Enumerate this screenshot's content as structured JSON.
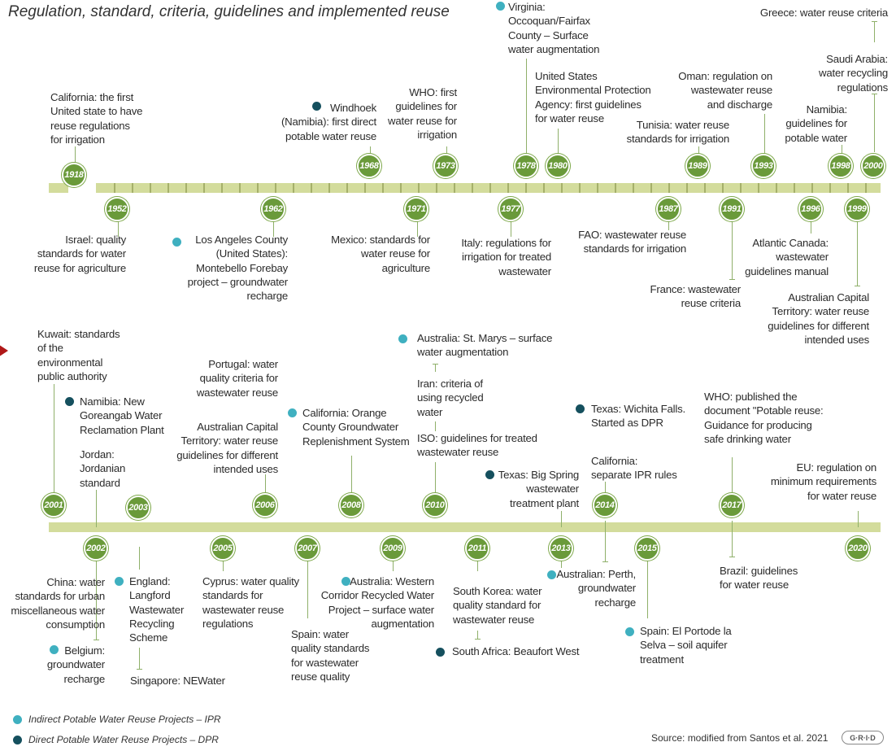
{
  "title": "Regulation, standard, criteria, guidelines and implemented reuse",
  "years_row1": [
    "1918",
    "1952",
    "1962",
    "1968",
    "1971",
    "1973",
    "1977",
    "1978",
    "1980",
    "1987",
    "1989",
    "1991",
    "1993",
    "1996",
    "1998",
    "1999",
    "2000"
  ],
  "years_row2": [
    "2001",
    "2002",
    "2003",
    "2005",
    "2006",
    "2007",
    "2008",
    "2009",
    "2010",
    "2011",
    "2013",
    "2014",
    "2015",
    "2017",
    "2020"
  ],
  "events_row1": {
    "y1918": "California: the first\nUnited state to have\nreuse regulations\nfor irrigation",
    "y1952": "Israel: quality\nstandards for water\nreuse for agriculture",
    "y1962": "Los Angeles County\n(United States):\nMontebello Forebay\nproject – groundwater\nrecharge",
    "y1968": "Windhoek\n(Namibia): first direct\npotable water reuse",
    "y1971": "Mexico: standards for\nwater reuse for\nagriculture",
    "y1973": "WHO: first\nguidelines for\nwater reuse for\nirrigation",
    "y1977": "Italy: regulations for\nirrigation for treated\nwastewater",
    "y1978": "Virginia:\nOccoquan/Fairfax\nCounty – Surface\nwater augmentation",
    "y1980": "United States\nEnvironmental Protection\nAgency: first guidelines\nfor water reuse",
    "y1987": "FAO: wastewater reuse\nstandards for irrigation",
    "y1989": "Tunisia: water reuse\nstandards for irrigation",
    "y1991": "France: wastewater\nreuse criteria",
    "y1993": "Oman: regulation on\nwastewater reuse\nand discharge",
    "y1996": "Atlantic Canada:\nwastewater\nguidelines manual",
    "y1998": "Namibia:\nguidelines for\npotable water",
    "y1999": "Australian Capital\nTerritory: water reuse\nguidelines for different\nintended uses",
    "y2000a": "Greece: water reuse criteria",
    "y2000b": "Saudi Arabia:\nwater recycling\nregulations"
  },
  "events_row2": {
    "y2001": "Kuwait: standards\nof the\nenvironmental\npublic authority",
    "y2001b": "Namibia: New\nGoreangab Water\nReclamation Plant",
    "y2001c": "Jordan:\nJordanian\nstandard",
    "y2002a": "China: water\nstandards for urban\nmiscellaneous water\nconsumption",
    "y2002b": "Belgium:\ngroundwater\nrecharge",
    "y2003a": "England:\nLangford\nWastewater\nRecycling\nScheme",
    "y2003b": "Singapore: NEWater",
    "y2005": "Cyprus: water quality\nstandards for\nwastewater reuse\nregulations",
    "y2006a": "Portugal: water\nquality criteria for\nwastewater reuse",
    "y2006b": "Australian Capital\nTerritory: water reuse\nguidelines for different\nintended uses",
    "y2007": "Spain: water\nquality standards\nfor wastewater\nreuse quality",
    "y2008": "California: Orange\nCounty Groundwater\nReplenishment System",
    "y2009": "Australia: Western\nCorridor Recycled Water\nProject – surface water\naugmentation",
    "y2010a": "Australia: St. Marys –  surface\nwater augmentation",
    "y2010b": "Iran: criteria of\nusing recycled\nwater",
    "y2010c": "ISO: guidelines for treated\nwastewater reuse",
    "y2011a": "South Korea: water\nquality standard for\nwastewater reuse",
    "y2011b": "South Africa: Beaufort West",
    "y2013a": "Texas: Big Spring\nwastewater\ntreatment plant",
    "y2013b": "Australian: Perth,\ngroundwater\nrecharge",
    "y2014a": "Texas: Wichita Falls.\nStarted as DPR",
    "y2014b": "California:\nseparate IPR rules",
    "y2015": "Spain: El Portode la\nSelva – soil aquifer\ntreatment",
    "y2017a": "WHO: published the\ndocument \"Potable reuse:\nGuidance for producing\nsafe drinking water",
    "y2017b": "Brazil: guidelines\nfor water reuse",
    "y2020": "EU: regulation on\nminimum requirements\nfor water reuse"
  },
  "legend": {
    "ipr": "Indirect Potable Water Reuse Projects – IPR",
    "dpr": "Direct Potable Water Reuse Projects – DPR"
  },
  "source": "Source: modified from Santos et al. 2021",
  "logo": "G·R·I·D",
  "colors": {
    "circle": "#6a9a3a",
    "bar": "#d3dc9c",
    "ipr": "#3fb0c0",
    "dpr": "#15505e",
    "arrow": "#b01818"
  }
}
